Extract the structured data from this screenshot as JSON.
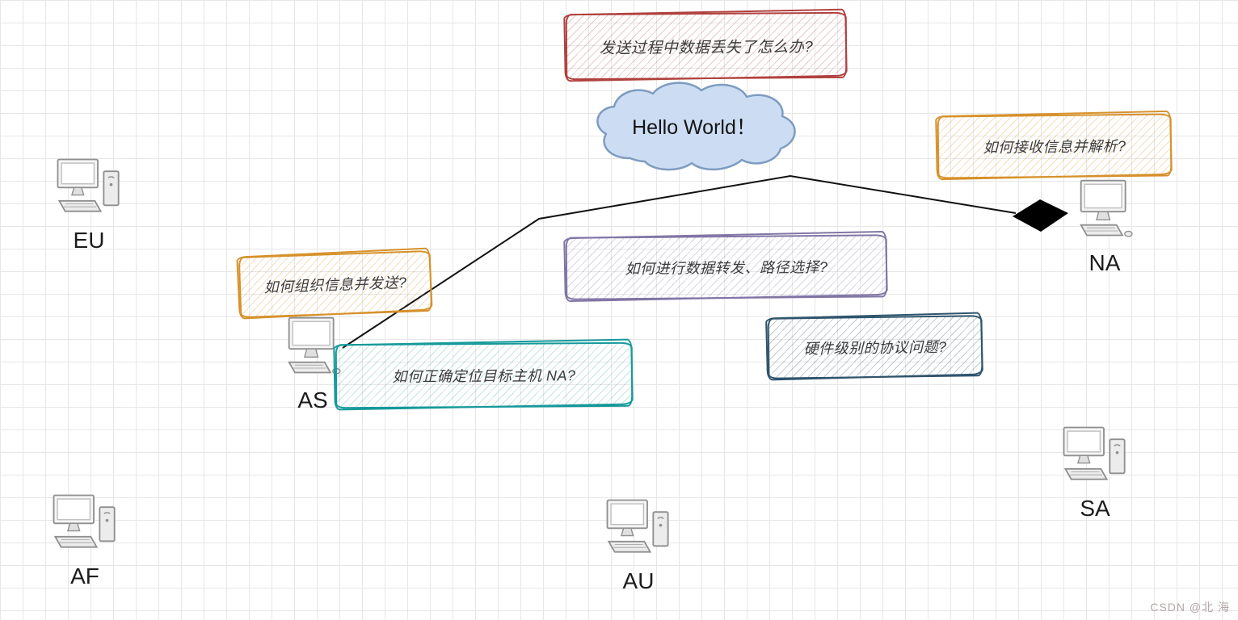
{
  "cloud": {
    "text": "Hello World！",
    "fill_color": "#ccddf3",
    "stroke_color": "#7e9cc0"
  },
  "nodes": {
    "eu": {
      "label": "EU"
    },
    "as": {
      "label": "AS"
    },
    "af": {
      "label": "AF"
    },
    "au": {
      "label": "AU"
    },
    "na": {
      "label": "NA"
    },
    "sa": {
      "label": "SA"
    }
  },
  "annotations": {
    "data_loss": {
      "text": "发送过程中数据丢失了怎么办?",
      "color": "#b0413e"
    },
    "receive_parse": {
      "text": "如何接收信息并解析?",
      "color": "#d6912b"
    },
    "organize_send": {
      "text": "如何组织信息并发送?",
      "color": "#d6912b"
    },
    "routing": {
      "text": "如何进行数据转发、路径选择?",
      "color": "#8075a5"
    },
    "locate_na": {
      "text": "如何正确定位目标主机 NA?",
      "color": "#15999b"
    },
    "hardware": {
      "text": "硬件级别的协议问题?",
      "color": "#2f546d"
    }
  },
  "watermark": {
    "text": "CSDN @北 海"
  }
}
